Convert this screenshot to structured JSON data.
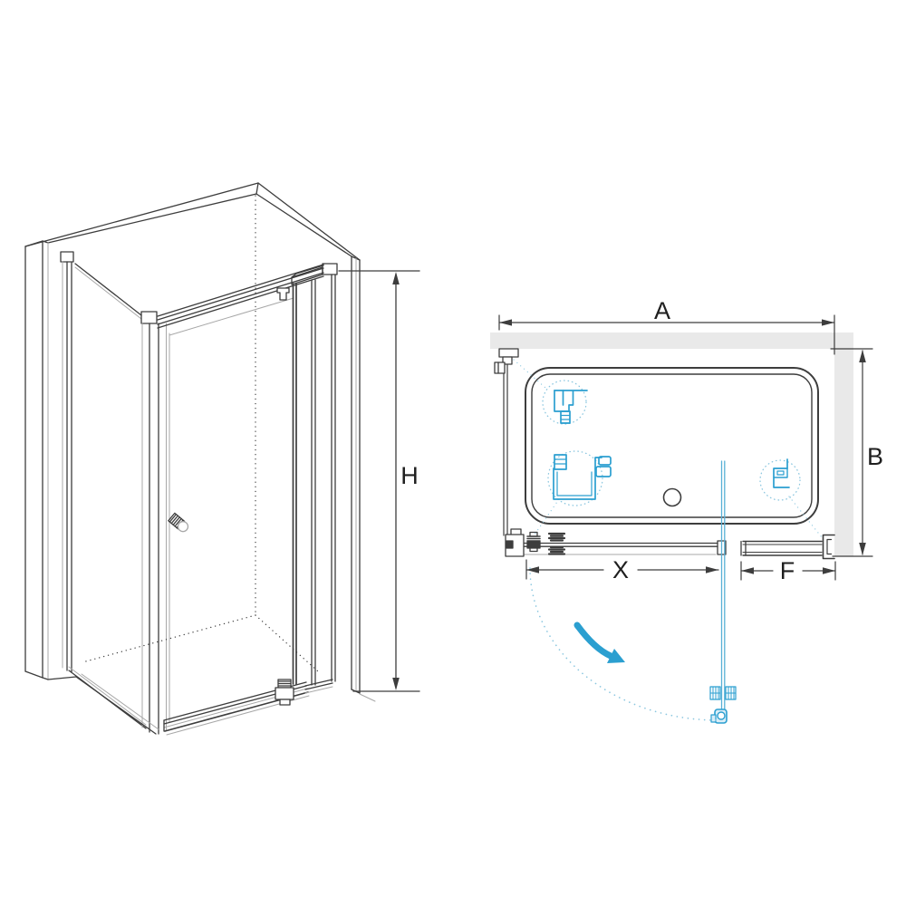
{
  "diagram": {
    "type": "technical-drawing",
    "subject": "pivot shower door with side panel",
    "views": {
      "perspective": {
        "dim_height": "H"
      },
      "plan": {
        "dim_width_total": "A",
        "dim_depth": "B",
        "dim_door": "X",
        "dim_fixed_panel": "F"
      }
    },
    "details": [
      {
        "name": "top-pivot-profile-detail"
      },
      {
        "name": "wall-profile-adjustment-detail"
      },
      {
        "name": "fixed-panel-wall-profile-detail"
      }
    ]
  },
  "colors": {
    "line": "#3d3d3d",
    "line_light": "#a8a8a8",
    "text": "#1f1f1f",
    "accent": "#2b9fd0",
    "accent_mid": "#58b0d6",
    "accent_light": "#8ac6df",
    "accent_fill": "#d9edf7",
    "wall_fill": "#e9e9e9",
    "background": "#ffffff"
  }
}
